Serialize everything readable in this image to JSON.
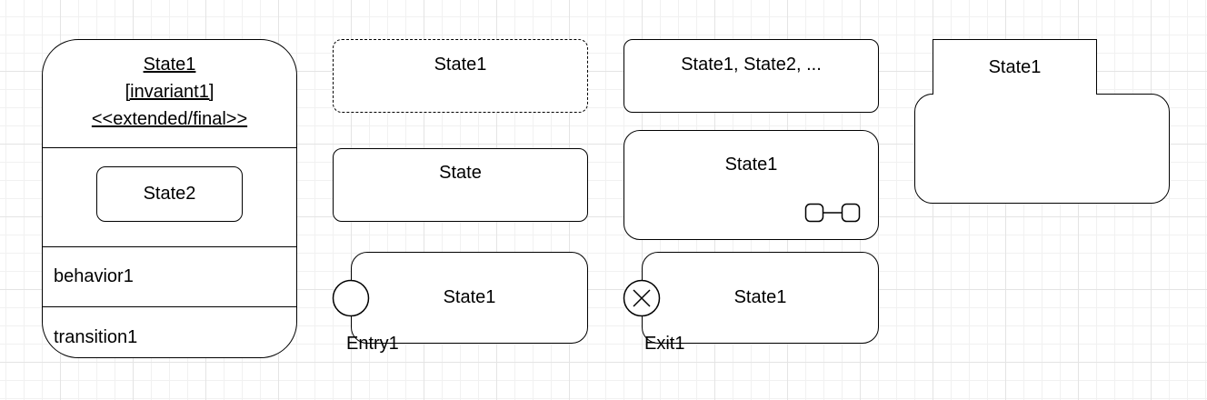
{
  "composite_state": {
    "name": "State1",
    "invariant": "[invariant1]",
    "stereotype": "<<extended/final>>",
    "substate": "State2",
    "behavior": "behavior1",
    "transition": "transition1"
  },
  "dashed_state": {
    "label": "State1"
  },
  "simple_state": {
    "label": "State"
  },
  "entry_state": {
    "label": "State1",
    "point_label": "Entry1"
  },
  "multi_state": {
    "label": "State1, State2, ..."
  },
  "submachine_state": {
    "label": "State1"
  },
  "exit_state": {
    "label": "State1",
    "point_label": "Exit1"
  },
  "tab_state": {
    "label": "State1"
  }
}
